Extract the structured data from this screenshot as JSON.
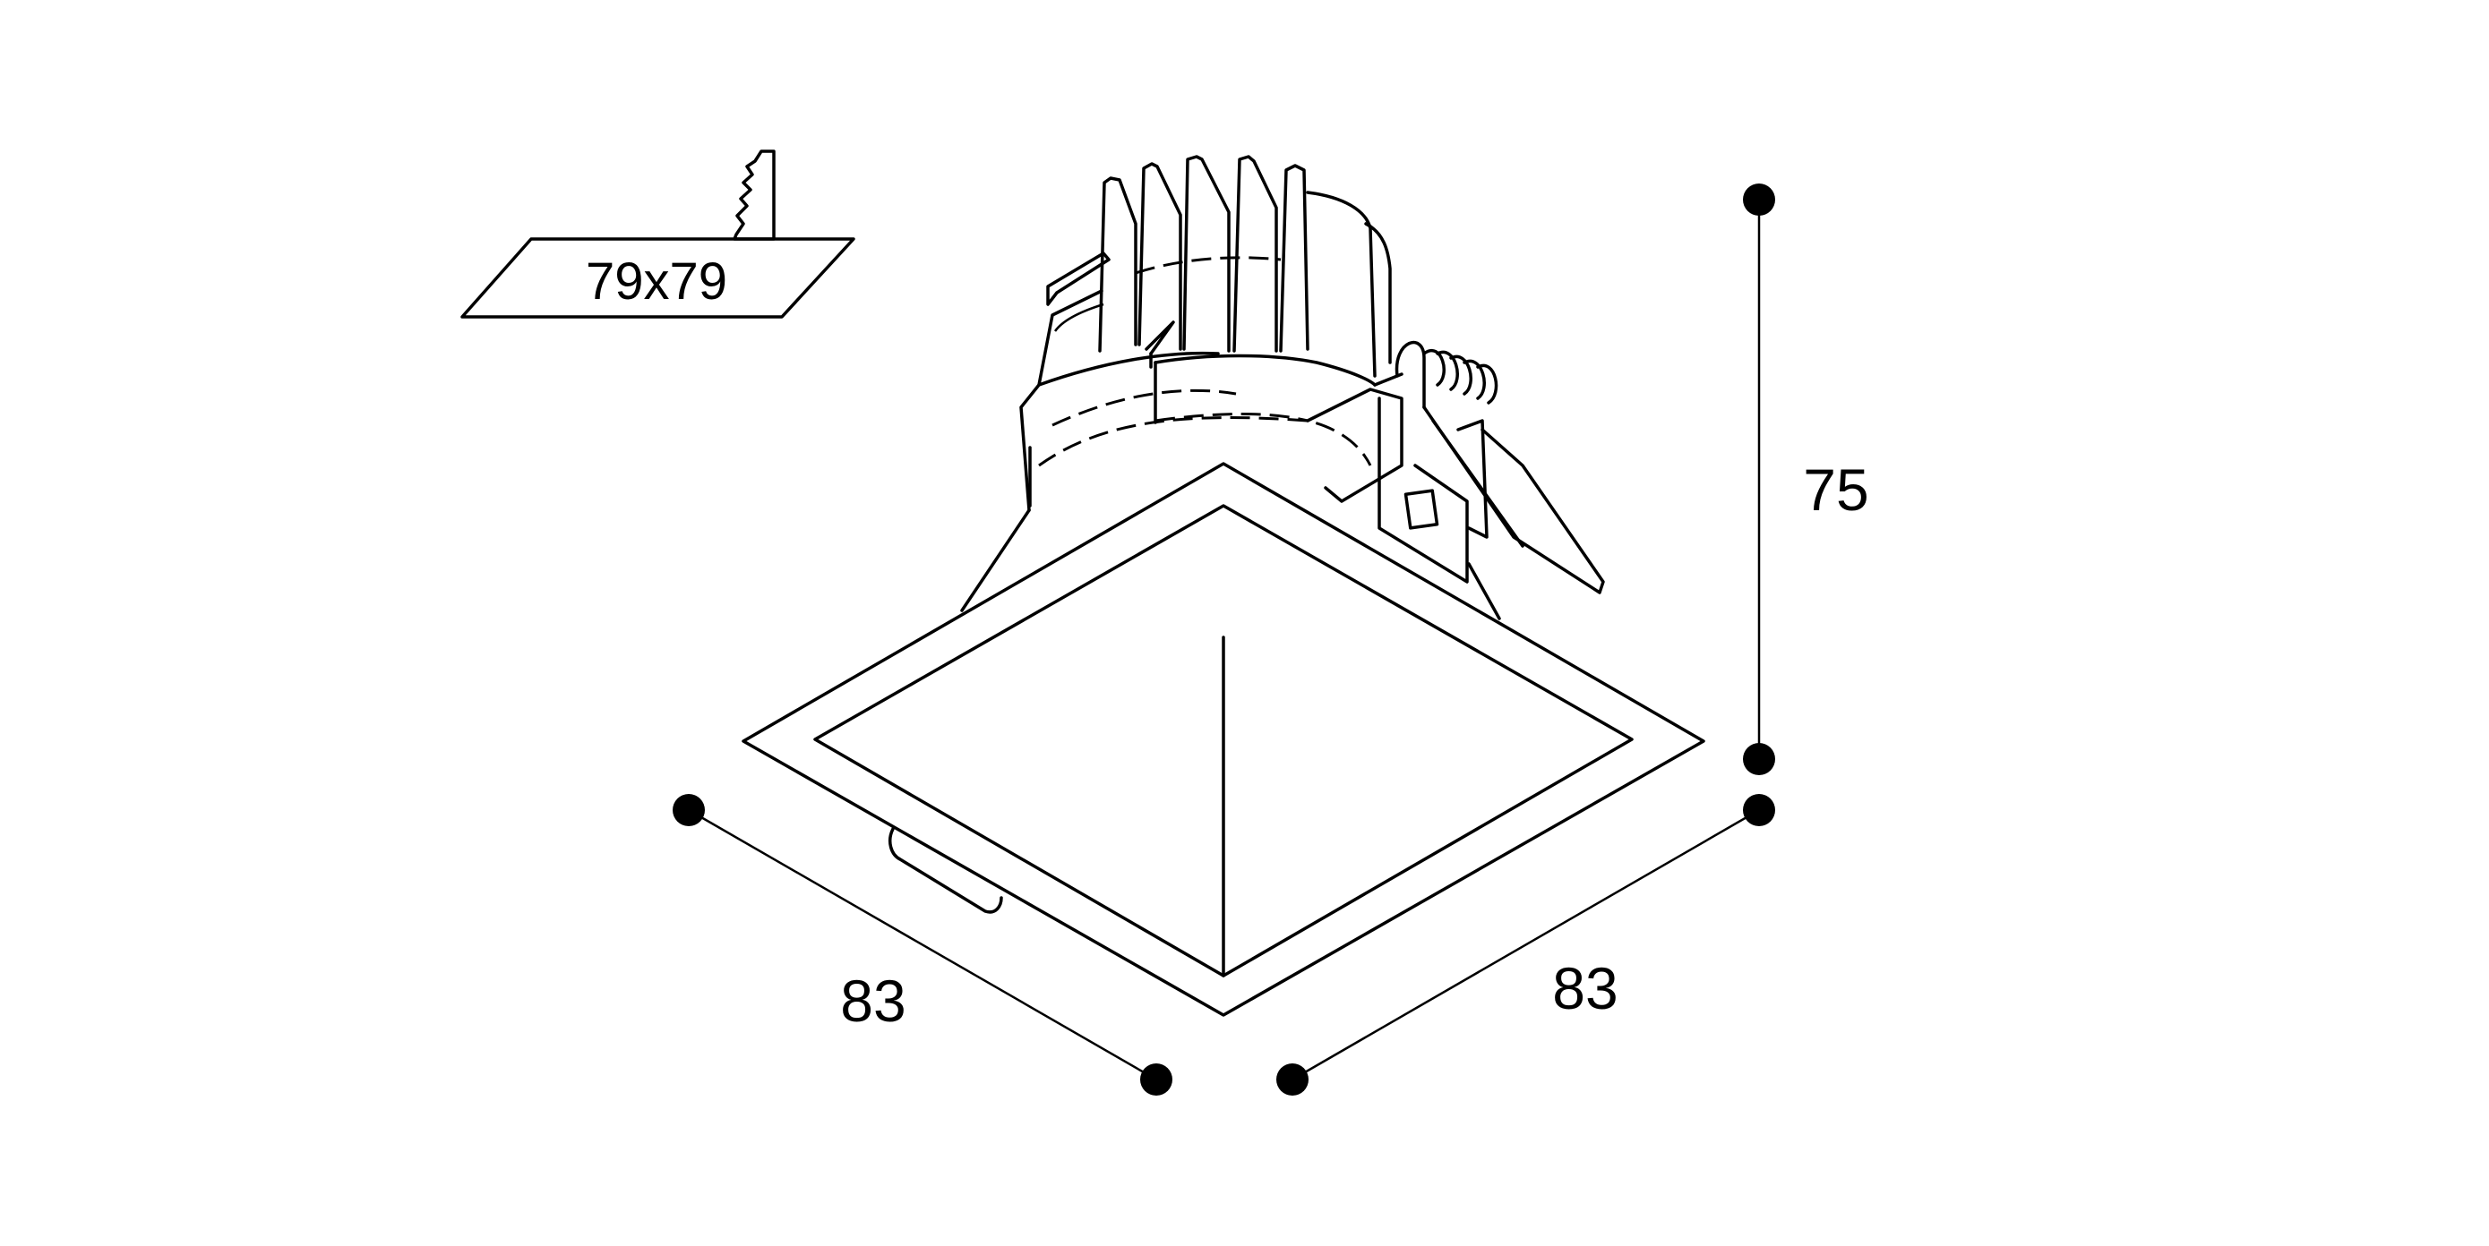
{
  "diagram": {
    "cutout_label": "79x79",
    "height_label": "75",
    "width_left_label": "83",
    "width_right_label": "83"
  }
}
